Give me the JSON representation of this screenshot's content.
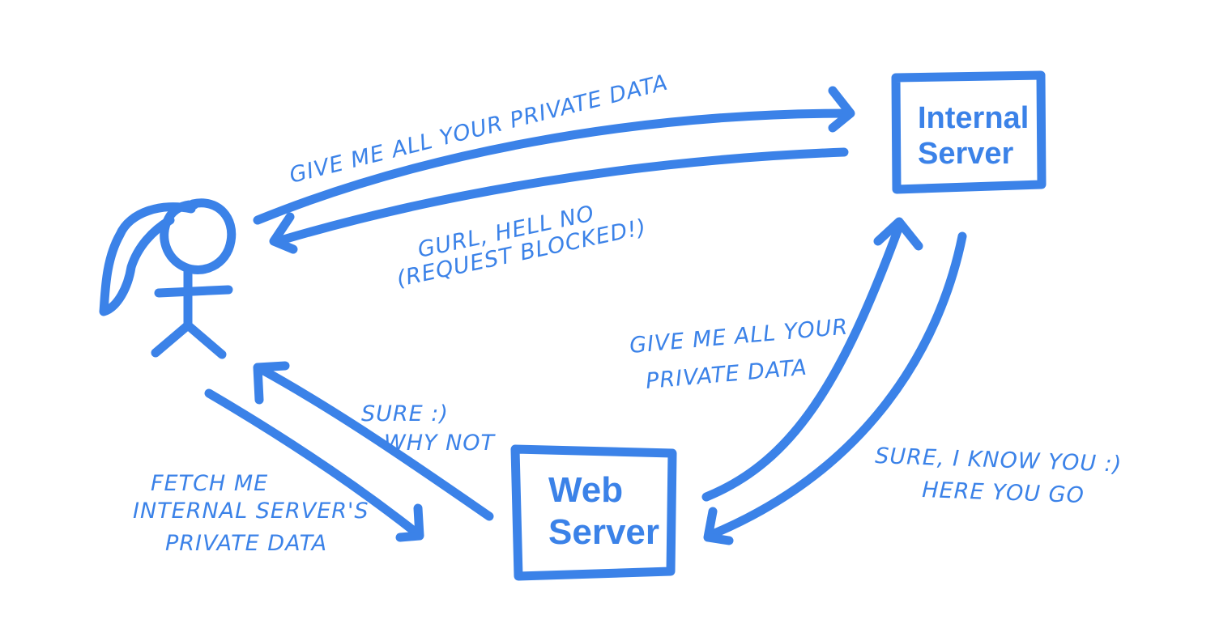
{
  "nodes": {
    "internal_server": {
      "line1": "Internal",
      "line2": "Server"
    },
    "web_server": {
      "line1": "Web",
      "line2": "Server"
    }
  },
  "messages": {
    "request_direct": "GIVE ME ALL YOUR  PRIVATE DATA",
    "response_blocked": {
      "line1": "GURL, HELL NO",
      "line2": "(REQUEST BLOCKED!)"
    },
    "request_fetch": {
      "line1": "FETCH ME",
      "line2": "INTERNAL SERVER'S",
      "line3": "PRIVATE DATA"
    },
    "response_web": {
      "line1": "SURE :)",
      "line2": "WHY NOT"
    },
    "request_via_web": {
      "line1": "GIVE ME ALL YOUR",
      "line2": "PRIVATE DATA"
    },
    "response_internal": {
      "line1": "SURE, I KNOW YOU :)",
      "line2": "HERE YOU GO"
    }
  },
  "colors": {
    "ink": "#3b82e8",
    "background": "#ffffff"
  }
}
